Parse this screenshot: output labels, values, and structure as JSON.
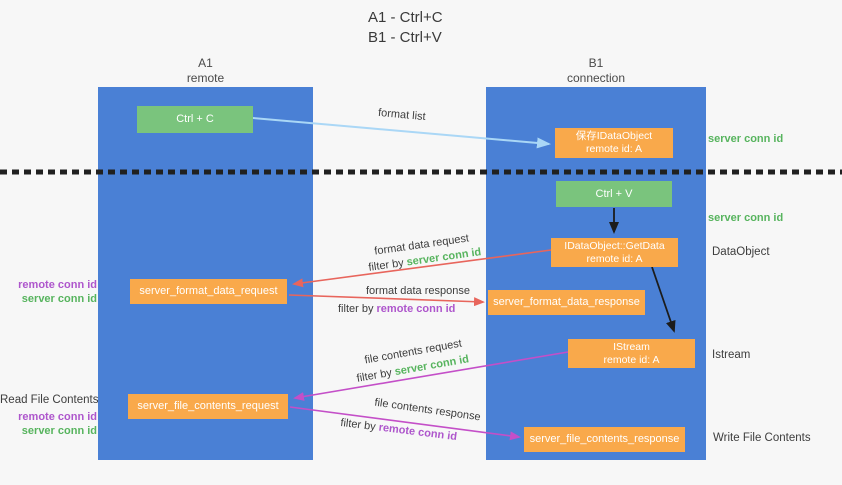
{
  "title": {
    "line1": "A1 - Ctrl+C",
    "line2": "B1 - Ctrl+V"
  },
  "columns": {
    "a": {
      "id": "A1",
      "role": "remote"
    },
    "b": {
      "id": "B1",
      "role": "connection"
    }
  },
  "boxes": {
    "ctrl_c": {
      "label": "Ctrl + C"
    },
    "ctrl_v": {
      "label": "Ctrl + V"
    },
    "save_dataobject": {
      "line1": "保存IDataObject",
      "line2": "remote id: A"
    },
    "getdata": {
      "line1": "IDataObject::GetData",
      "line2": "remote id: A"
    },
    "istream": {
      "line1": "IStream",
      "line2": "remote id: A"
    },
    "format_request": {
      "label": "server_format_data_request"
    },
    "format_response": {
      "label": "server_format_data_response"
    },
    "file_request": {
      "label": "server_file_contents_request"
    },
    "file_response": {
      "label": "server_file_contents_response"
    }
  },
  "arrow_labels": {
    "format_list": "format list",
    "format_data_request": "format data request",
    "format_data_response": "format data response",
    "file_contents_request": "file contents request",
    "file_contents_response": "file contents response",
    "filter_by": "filter by",
    "server_conn_id": "server conn id",
    "remote_conn_id": "remote conn id"
  },
  "side_labels": {
    "left": {
      "remote_conn_id": "remote conn id",
      "server_conn_id": "server conn id",
      "read_file_contents": "Read File Contents"
    },
    "right": {
      "server_conn_id_top": "server conn id",
      "server_conn_id_mid": "server conn id",
      "dataobject": "DataObject",
      "istream": "Istream",
      "write_file_contents": "Write File Contents"
    }
  },
  "colors": {
    "column_blue": "#4a80d5",
    "box_green": "#7ac47d",
    "box_orange": "#f9a94b",
    "green_text": "#57b45e",
    "purple_text": "#ae56cc",
    "arrow_red": "#e8655c",
    "arrow_magenta": "#c44fc8",
    "arrow_light_blue": "#aad7f6",
    "arrow_black": "#1c1c1c",
    "background": "#f7f7f7"
  }
}
